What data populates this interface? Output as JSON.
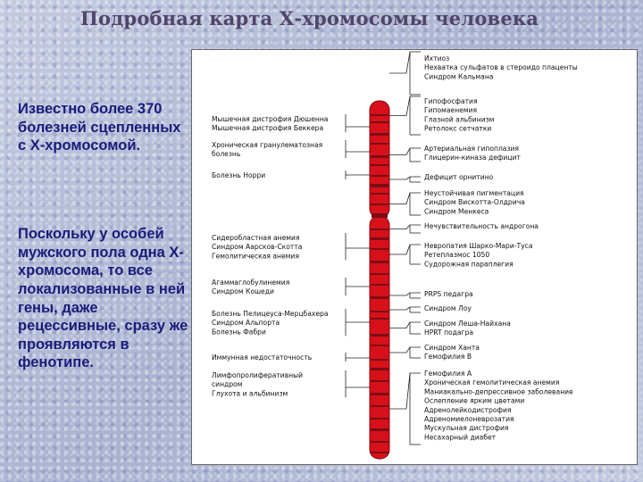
{
  "title": "Подробная карта Х-хромосомы человека",
  "intro_text": "Известно более 370 болезней сцепленных с Х-хромосомой.",
  "body_text": "Поскольку у особей мужского пола одна Х-хромосома, то все локализованные в ней гены, даже рецессивные, сразу же проявляются в фенотипе.",
  "colors": {
    "chromosome_red": "#d8101a",
    "chromosome_dark": "#7a0d15",
    "text_blue": "#181c7a",
    "title": "#50456a"
  },
  "right_groups": [
    [
      "Ихтиоз",
      "Нехватка сульфатов в стероидо плаценты",
      "Синдром Кальмана"
    ],
    [
      "Гипофосфатия",
      "Гипомаенемия",
      "Глазной альбинизм",
      "Ретолокс сетчатки"
    ],
    [
      "Артериальная гипоплазия",
      "Глицерин-киназа дефицит"
    ],
    [
      "Дефицит орнитино"
    ],
    [
      "Неустойчивая пигментация",
      "Синдром Вискотта-Олдрича",
      "Синдром Менкеса"
    ],
    [
      "Нечувствительность андрогона"
    ],
    [
      "Невропатия Шарко-Мари-Туса",
      "Ретеплазмос 1050",
      "Судорожная параплегия"
    ],
    [
      "PRPS педагра"
    ],
    [
      "Синдром Лоу"
    ],
    [
      "Синдром Леша-Найхана",
      "HPRT подагра"
    ],
    [
      "Синдром Ханта",
      "Гемофилия В"
    ],
    [
      "Гемофилия А",
      "Хроническая гемолитическая анемия",
      "Маниакально-депрессивное заболевание",
      "Ослепление ярким цветами",
      "Адренолейкодистрофия",
      "Адреномиелоневрозатия",
      "Мускульная дистрофия",
      "Несахарный диабет"
    ]
  ],
  "left_groups": [
    [
      "Мышечная дистрофия Дюшенна",
      "Мышечная дистрофия Беккера"
    ],
    [
      "Хроническая гранулематозная",
      "болезнь"
    ],
    [
      "Болезнь Норри"
    ],
    [
      "Сидеробластная анемия",
      "Синдром Аарсков-Скотта",
      "Гемолитическая анемия"
    ],
    [
      "Агаммаглобулинемия",
      "Синдром Кошеди"
    ],
    [
      "Болезнь Пелицеуса-Мерцбахера",
      "Синдром Альпорта",
      "Болезнь Фабри"
    ],
    [
      "Иммунная недостаточность"
    ],
    [
      "Лимфопролиферативный",
      "синдром",
      "Глухота и альбинизм"
    ]
  ]
}
